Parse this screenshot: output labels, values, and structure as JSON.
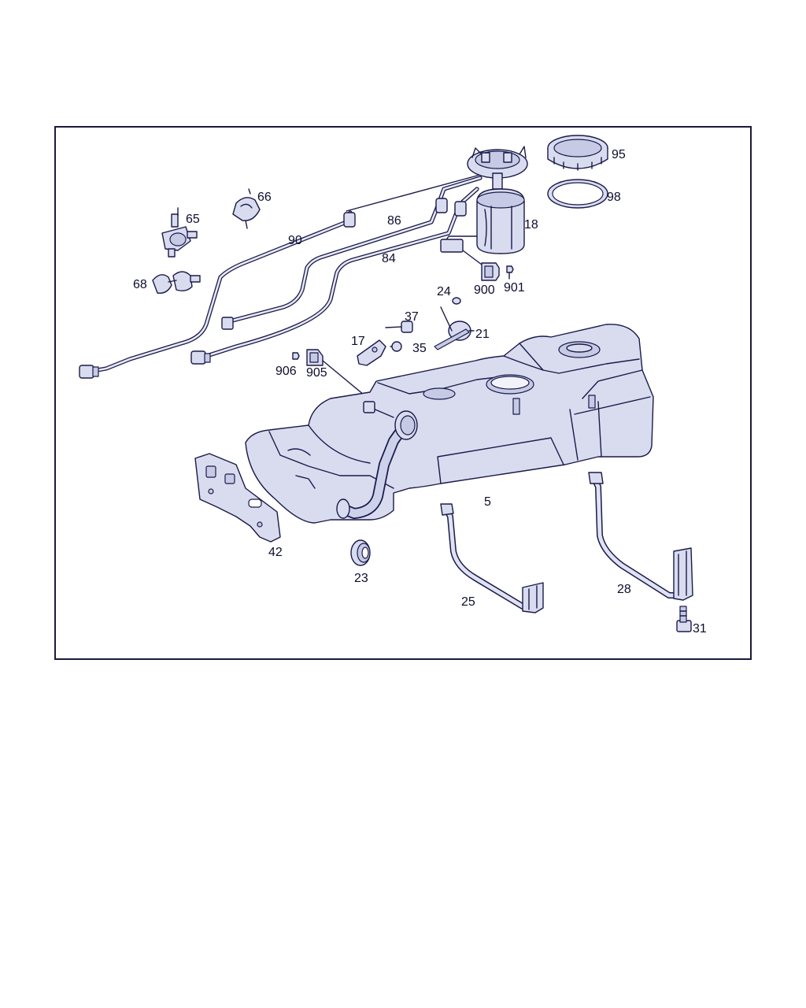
{
  "diagram": {
    "line_color": "#1a1a4a",
    "fill_color": "#d9dcef",
    "label_color": "#0d0d2e",
    "callouts": {
      "p5": "5",
      "p17": "17",
      "p18": "18",
      "p21": "21",
      "p23": "23",
      "p24": "24",
      "p25": "25",
      "p28": "28",
      "p31": "31",
      "p35": "35",
      "p37": "37",
      "p42": "42",
      "p65": "65",
      "p66": "66",
      "p68": "68",
      "p84": "84",
      "p86": "86",
      "p90": "90",
      "p95": "95",
      "p98": "98",
      "p900": "900",
      "p901": "901",
      "p905": "905",
      "p906": "906"
    }
  }
}
